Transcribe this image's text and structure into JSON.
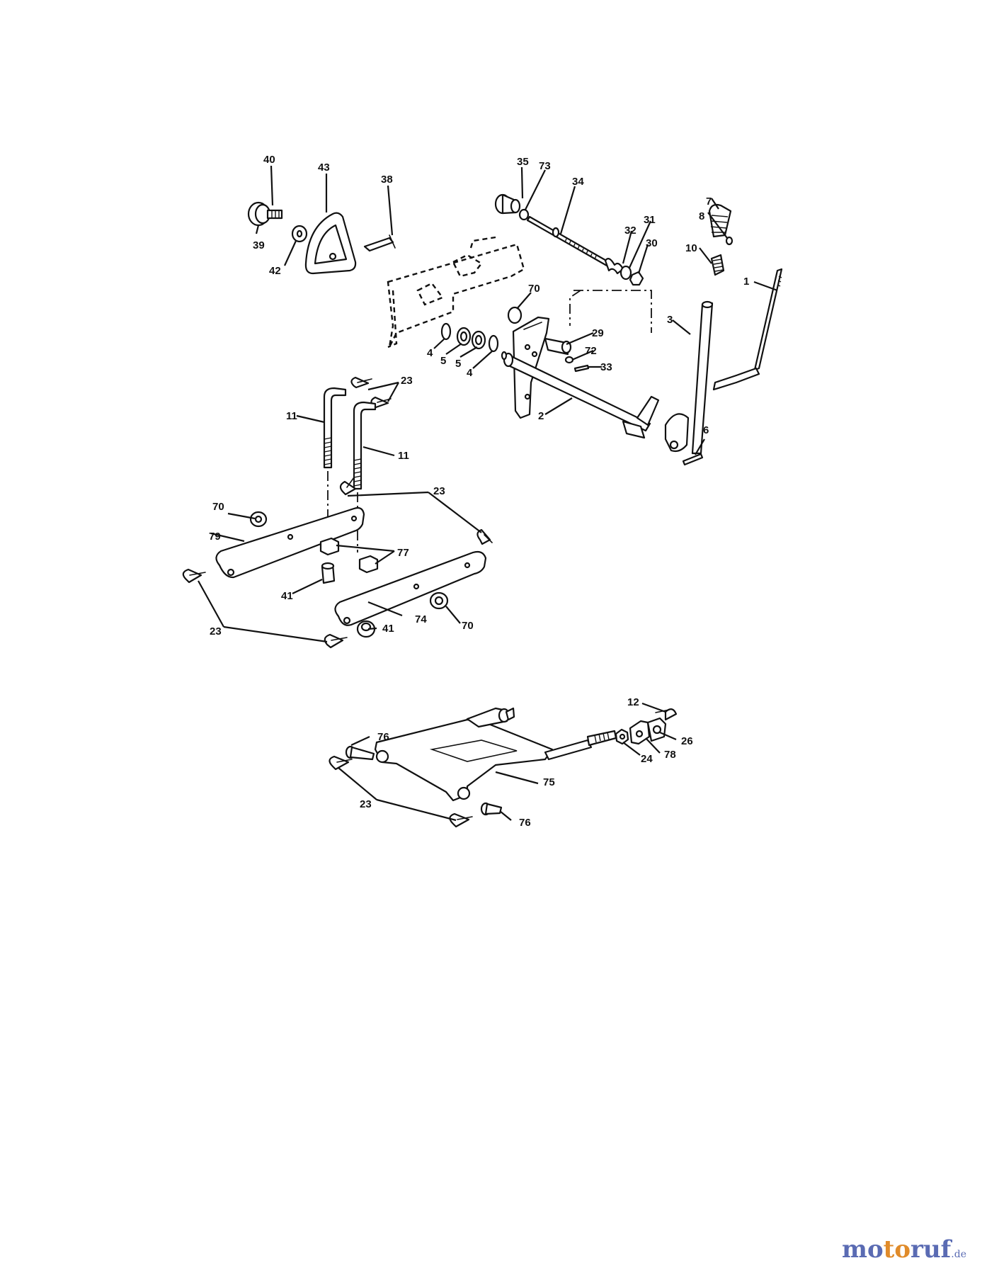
{
  "callouts": {
    "c40": "40",
    "c43": "43",
    "c38": "38",
    "c39": "39",
    "c42": "42",
    "c35": "35",
    "c73": "73",
    "c34": "34",
    "c7": "7",
    "c8": "8",
    "c32": "32",
    "c31": "31",
    "c30": "30",
    "c10": "10",
    "c1": "1",
    "c70a": "70",
    "c3": "3",
    "c29": "29",
    "c72": "72",
    "c33": "33",
    "c4a": "4",
    "c5a": "5",
    "c5b": "5",
    "c4b": "4",
    "c23a": "23",
    "c11a": "11",
    "c11b": "11",
    "c2": "2",
    "c6": "6",
    "c23b": "23",
    "c70b": "70",
    "c79": "79",
    "c77": "77",
    "c41a": "41",
    "c74": "74",
    "c70c": "70",
    "c41b": "41",
    "c23c": "23",
    "c12": "12",
    "c76a": "76",
    "c26": "26",
    "c24": "24",
    "c78": "78",
    "c75": "75",
    "c23d": "23",
    "c76b": "76"
  },
  "watermark": {
    "part1": "mo",
    "part2": "to",
    "part3": "ruf",
    "suffix": ".de"
  },
  "colors": {
    "watermark_blue": "#5a6bb3",
    "watermark_orange": "#e08b2a",
    "line": "#111111"
  }
}
